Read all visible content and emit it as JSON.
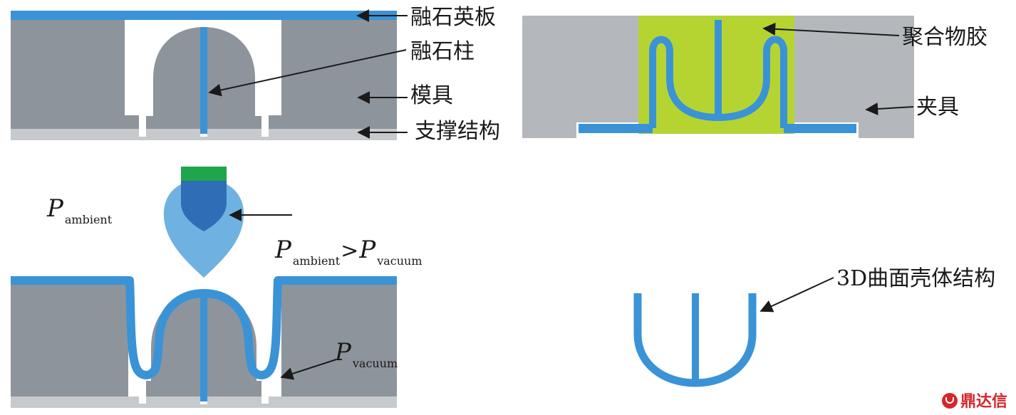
{
  "labels": {
    "quartz_plate": "融石英板",
    "quartz_pillar": "融石柱",
    "mold": "模具",
    "support": "支撑结构",
    "polymer": "聚合物胶",
    "fixture": "夹具",
    "shell": "3D曲面壳体结构"
  },
  "pressure": {
    "symbol": "P",
    "ambient_sub": "ambient",
    "vacuum_sub": "vacuum",
    "gt": ">"
  },
  "watermark": "鼎达信",
  "colors": {
    "mold": "#8e949c",
    "mold_dark": "#7d838b",
    "fixture": "#b4b8bd",
    "support": "#c7cacd",
    "quartz": "#3a93d6",
    "polymer": "#b5d432",
    "torch_outer": "#6fb2e2",
    "torch_inner": "#2f6db6",
    "torch_top": "#1fa64a",
    "arrow": "#1a1a1a",
    "watermark": "#d6262b"
  }
}
